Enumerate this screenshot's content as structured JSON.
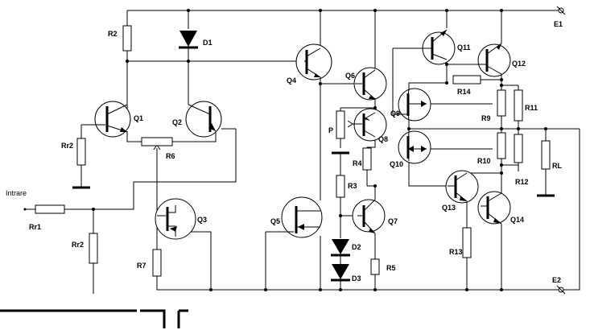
{
  "labels": {
    "R2_top": "R2",
    "D1": "D1",
    "Q4": "Q4",
    "Q6": "Q6",
    "Q11": "Q11",
    "Q12": "Q12",
    "E1": "E1",
    "Q1": "Q1",
    "Q2": "Q2",
    "R14": "R14",
    "R11": "R11",
    "R9": "R9",
    "Q9": "Q9",
    "P": "P",
    "Q8": "Q8",
    "Rr2_top": "Rr2",
    "R6": "R6",
    "R4": "R4",
    "Q10": "Q10",
    "R10": "R10",
    "RL": "RL",
    "R12": "R12",
    "intrare": "Intrare",
    "R3": "R3",
    "Q13": "Q13",
    "Q3": "Q3",
    "Q5": "Q5",
    "Q7": "Q7",
    "Q14": "Q14",
    "Rr1": "Rr1",
    "Rr2_bot": "Rr2",
    "R13": "R13",
    "D2": "D2",
    "R7": "R7",
    "R5": "R5",
    "D3": "D3",
    "E2": "E2"
  }
}
